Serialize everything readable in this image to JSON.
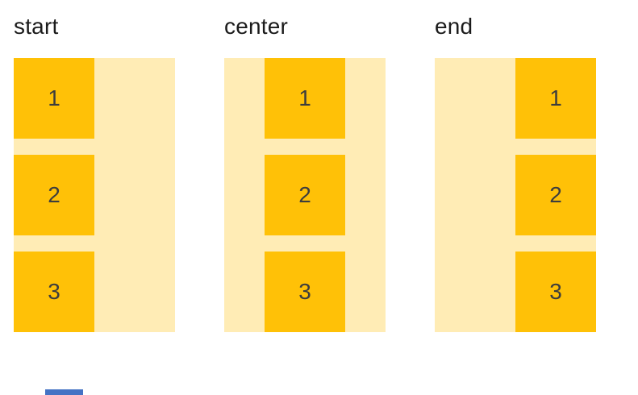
{
  "colors": {
    "page_background": "#ffffff",
    "container_background": "#ffecb5",
    "item_background": "#ffc107",
    "label_text": "#1b1b1b",
    "item_text": "#3d3d3d",
    "clipped_next_box": "#4472c4"
  },
  "examples": [
    {
      "label": "start",
      "items": [
        "1",
        "2",
        "3"
      ]
    },
    {
      "label": "center",
      "items": [
        "1",
        "2",
        "3"
      ]
    },
    {
      "label": "end",
      "items": [
        "1",
        "2",
        "3"
      ]
    }
  ]
}
